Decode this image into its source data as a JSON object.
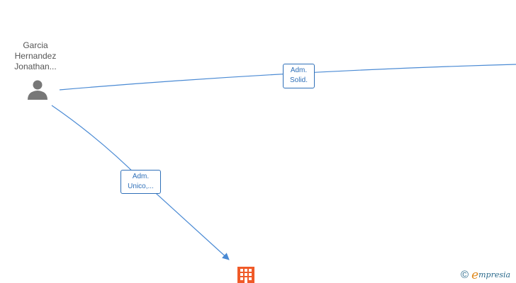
{
  "person": {
    "name_lines": [
      "Garcia",
      "Hernandez",
      "Jonathan..."
    ],
    "icon": "person-icon"
  },
  "edges": [
    {
      "label_lines": [
        "Adm.",
        "Solid."
      ],
      "target": "off-canvas-right"
    },
    {
      "label_lines": [
        "Adm.",
        "Unico,..."
      ],
      "target": "company"
    }
  ],
  "company": {
    "icon": "building-icon",
    "name": ""
  },
  "watermark": {
    "copyright_symbol": "©",
    "brand_initial": "e",
    "brand_rest": "mpresia"
  },
  "colors": {
    "edge": "#4a8ad4",
    "label_border": "#2e6fb8",
    "person_icon": "#777777",
    "company_icon": "#f05a28",
    "text": "#555555"
  }
}
